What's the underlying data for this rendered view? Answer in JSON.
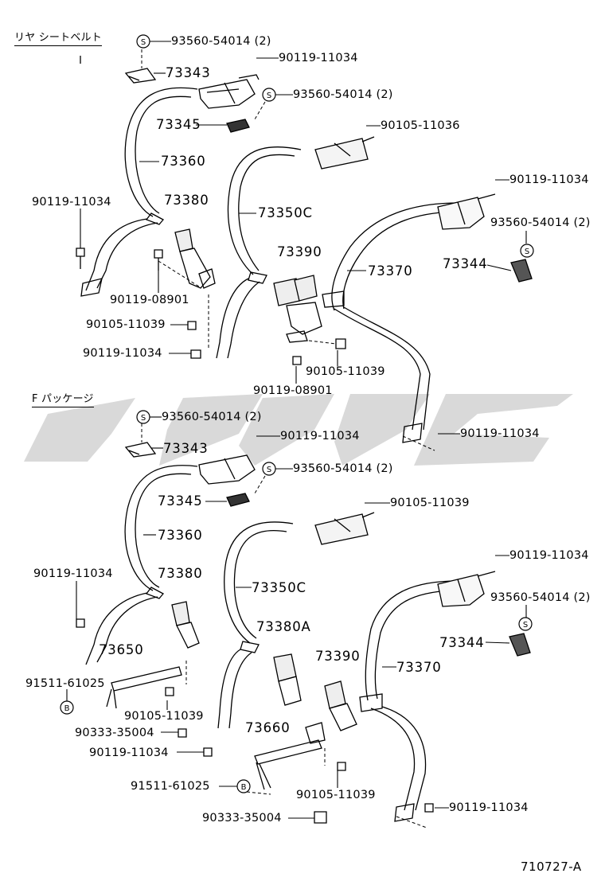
{
  "diagram": {
    "section_rear": "リヤ シートベルト",
    "section_f_package": "F パッケージ",
    "figure_code": "710727-A",
    "marker_s": "S",
    "marker_b": "B",
    "labels": {
      "r1": "93560-54014 (2)",
      "r2": "90119-11034",
      "r3": "73343",
      "r4": "93560-54014 (2)",
      "r5": "73345",
      "r6": "90105-11036",
      "r7": "73360",
      "r8": "90119-11034",
      "r9": "90119-11034",
      "r10": "73380",
      "r11": "73350C",
      "r12": "93560-54014 (2)",
      "r13": "73390",
      "r14": "73344",
      "r15": "73370",
      "r16": "90119-08901",
      "r17": "90105-11039",
      "r18": "90119-11034",
      "r19": "90105-11039",
      "r20": "90119-08901",
      "f1": "93560-54014 (2)",
      "f2": "90119-11034",
      "f3": "90119-11034",
      "f4": "73343",
      "f5": "93560-54014 (2)",
      "f6": "73345",
      "f7": "90105-11039",
      "f8": "73360",
      "f9": "90119-11034",
      "f10": "90119-11034",
      "f11": "73380",
      "f12": "73350C",
      "f13": "93560-54014 (2)",
      "f14": "73650",
      "f15": "73380A",
      "f16": "73344",
      "f17": "91511-61025",
      "f18": "73390",
      "f19": "73370",
      "f20": "90105-11039",
      "f21": "90333-35004",
      "f22": "90119-11034",
      "f23": "73660",
      "f24": "91511-61025",
      "f25": "90105-11039",
      "f26": "90119-11034",
      "f27": "90333-35004"
    }
  }
}
